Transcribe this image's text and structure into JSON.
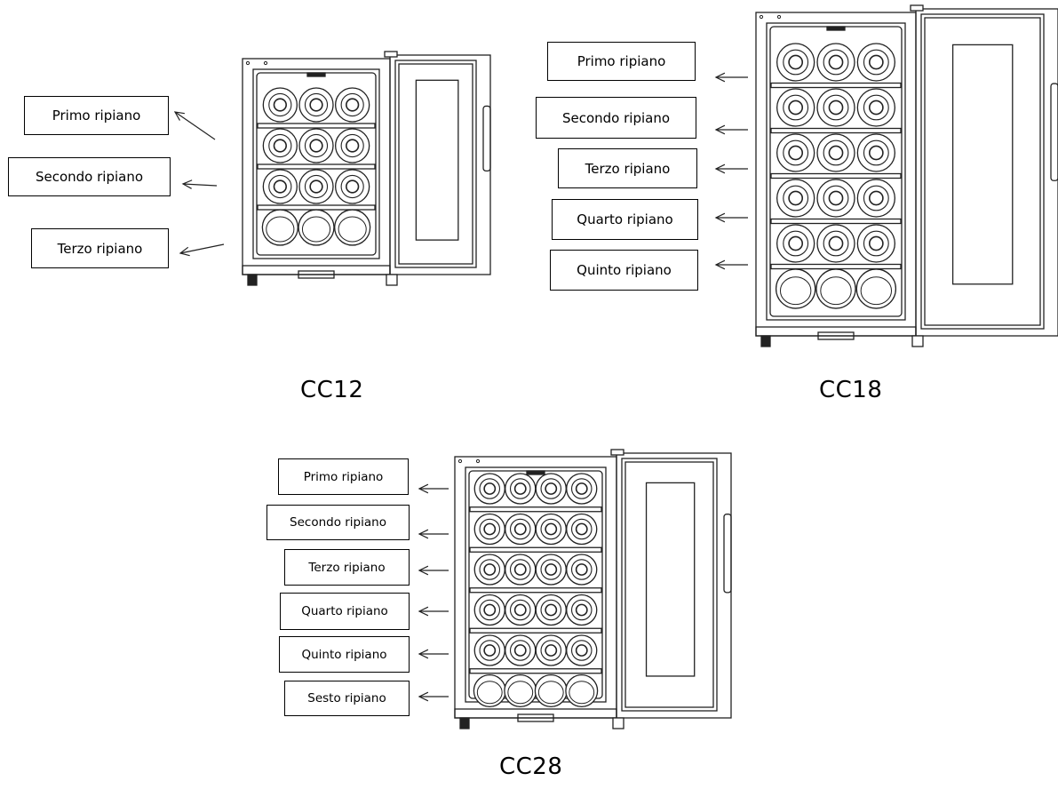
{
  "diagrams": [
    {
      "model": "CC12",
      "shelves": [
        "Primo ripiano",
        "Secondo ripiano",
        "Terzo ripiano"
      ]
    },
    {
      "model": "CC18",
      "shelves": [
        "Primo ripiano",
        "Secondo ripiano",
        "Terzo ripiano",
        "Quarto ripiano",
        "Quinto ripiano"
      ]
    },
    {
      "model": "CC28",
      "shelves": [
        "Primo ripiano",
        "Secondo ripiano",
        "Terzo ripiano",
        "Quarto ripiano",
        "Quinto ripiano",
        "Sesto ripiano"
      ]
    }
  ]
}
